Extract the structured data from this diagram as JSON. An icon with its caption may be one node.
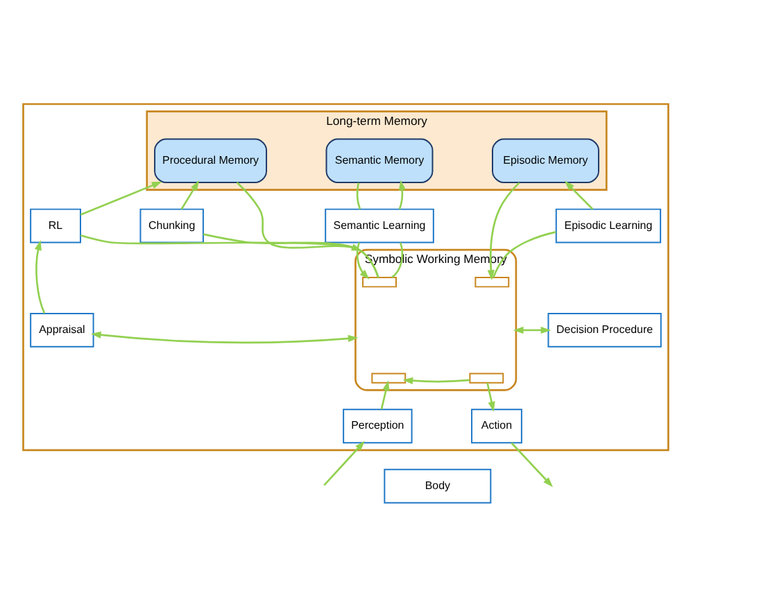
{
  "diagram": {
    "nodes": [
      {
        "text": [],
        "shape": "box"
      },
      {
        "text": [
          "Long-term Memory"
        ],
        "in": 0
      },
      {
        "text": [
          "Procedural Memory"
        ],
        "in": 1
      },
      {
        "text": [
          "Semantic Memory"
        ],
        "in": 1
      },
      {
        "text": [
          "Episodic Memory"
        ],
        "in": 1
      },
      {
        "text": [
          "RL"
        ],
        "in": 0
      },
      {
        "text": [
          "Chunking"
        ],
        "in": 0
      },
      {
        "text": [
          "Semantic Learning"
        ],
        "in": 0
      },
      {
        "text": [
          "Episodic Learning"
        ],
        "in": 0
      },
      {
        "text": [
          "Symbolic Working Memory"
        ],
        "in": 0
      },
      {
        "text": [],
        "shape": "box",
        "in": 9
      },
      {
        "text": [],
        "shape": "box",
        "in": 9
      },
      {
        "text": [],
        "shape": "box",
        "in": 9
      },
      {
        "text": [],
        "shape": "box",
        "in": 9
      },
      {
        "text": [
          "Appraisal"
        ],
        "in": 0
      },
      {
        "text": [
          "Decision Procedure"
        ],
        "in": 0
      },
      {
        "text": [
          "Perception"
        ],
        "in": 0
      },
      {
        "text": [
          "Action"
        ],
        "in": 0
      },
      {
        "text": [
          "Body"
        ]
      }
    ],
    "edges": [
      {
        "from": 9,
        "to": 5,
        "arrow": "none"
      },
      {
        "from": 5,
        "to": 2,
        "arrow": "to"
      },
      {
        "from": 9,
        "to": 6,
        "arrow": "none"
      },
      {
        "from": 6,
        "to": 2,
        "arrow": "to"
      },
      {
        "from": 2,
        "to": 9,
        "arrow": "to"
      },
      {
        "from": 3,
        "to": 7,
        "arrow": "none"
      },
      {
        "from": 7,
        "to": 10,
        "arrow": "to"
      },
      {
        "from": 10,
        "to": 7,
        "arrow": "none"
      },
      {
        "from": 7,
        "to": 3,
        "arrow": "to"
      },
      {
        "from": 4,
        "to": 11,
        "arrow": "to"
      },
      {
        "from": 11,
        "to": 8,
        "arrow": "none"
      },
      {
        "from": 8,
        "to": 4,
        "arrow": "to"
      },
      {
        "from": 14,
        "to": 9,
        "arrow": "both"
      },
      {
        "from": 14,
        "to": 5,
        "arrow": "to"
      },
      {
        "from": 9,
        "to": 15,
        "arrow": "both"
      },
      {
        "from": null,
        "to": 16,
        "arrow": "to"
      },
      {
        "from": 16,
        "to": 12,
        "arrow": "to"
      },
      {
        "from": 13,
        "to": 12,
        "arrow": "to"
      },
      {
        "from": 13,
        "to": 17,
        "arrow": "to"
      },
      {
        "from": 17,
        "to": null,
        "arrow": "to"
      }
    ]
  }
}
